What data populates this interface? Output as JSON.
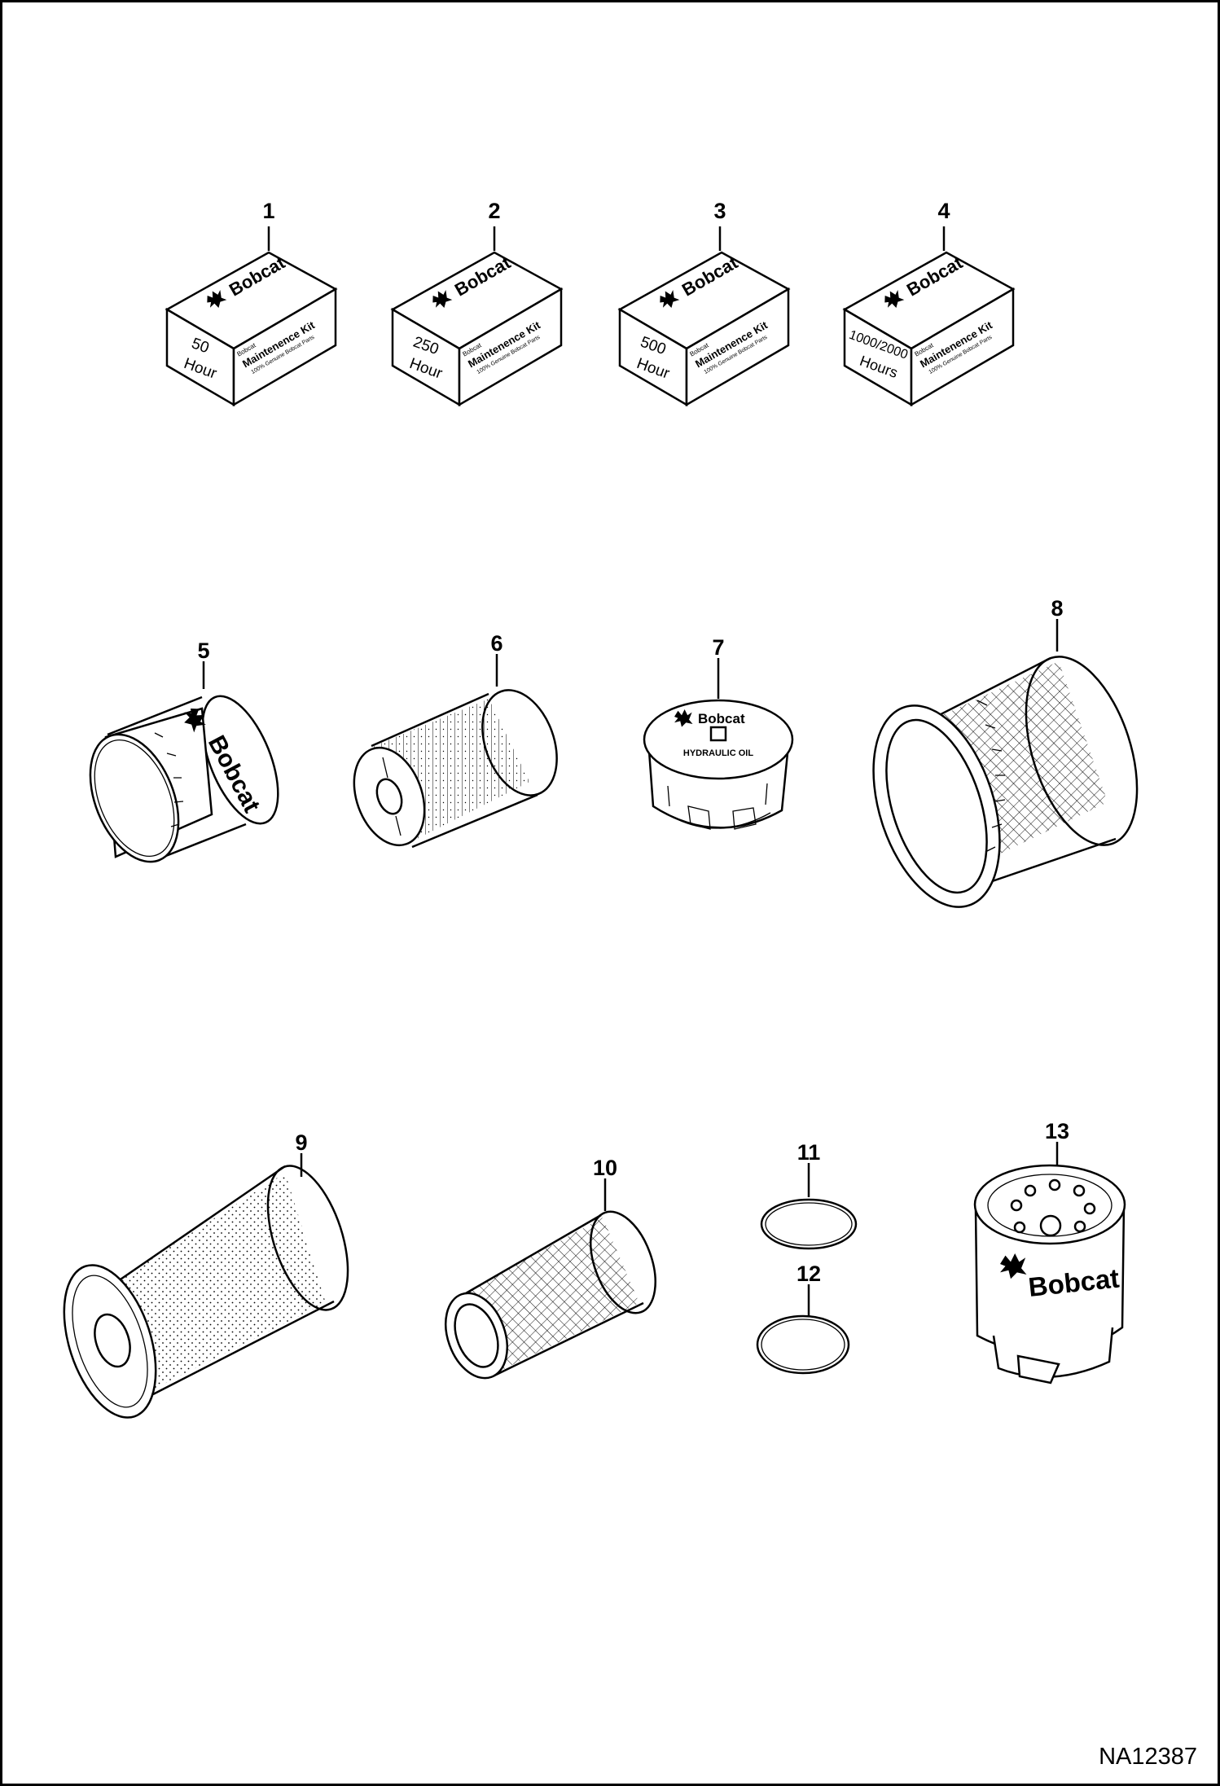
{
  "document_id": "NA12387",
  "brand": "Bobcat",
  "callouts": [
    "1",
    "2",
    "3",
    "4",
    "5",
    "6",
    "7",
    "8",
    "9",
    "10",
    "11",
    "12",
    "13"
  ],
  "kits": [
    {
      "line1": "50",
      "line2": "Hour"
    },
    {
      "line1": "250",
      "line2": "Hour"
    },
    {
      "line1": "500",
      "line2": "Hour"
    },
    {
      "line1": "1000/2000",
      "line2": "Hours"
    }
  ],
  "kit_box": {
    "brand_small": "Bobcat",
    "title": "Maintenence Kit",
    "subtitle": "100% Genuine Bobcat Parts"
  },
  "cap_label": "HYDRAULIC OIL"
}
